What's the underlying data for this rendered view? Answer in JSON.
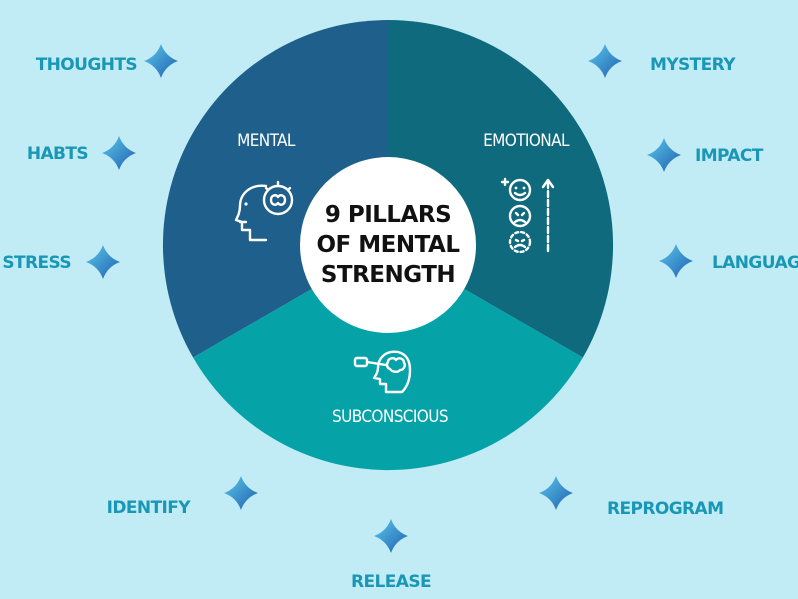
{
  "center": {
    "line1": "9 PILLARS",
    "line2": "OF MENTAL",
    "line3": "STRENGTH"
  },
  "sectors": {
    "mental": {
      "label": "MENTAL",
      "color": "#1f5f8b",
      "icon": "head-brain-icon"
    },
    "emotional": {
      "label": "EMOTIONAL",
      "color": "#0f6a7e",
      "icon": "mood-scale-icon"
    },
    "subconscious": {
      "label": "SUBCONSCIOUS",
      "color": "#05a3a8",
      "icon": "head-key-icon"
    }
  },
  "pillars": {
    "thoughts": "THOUGHTS",
    "habits": "HABTS",
    "stress": "STRESS",
    "mystery": "MYSTERY",
    "impact": "IMPACT",
    "language": "LANGUAGE",
    "identify": "IDENTIFY",
    "release": "RELEASE",
    "reprogram": "REPROGRAM"
  },
  "colors": {
    "background": "#c1ecf5",
    "label_text": "#1a97b6",
    "sparkle_light": "#5bc8ea",
    "sparkle_dark": "#1f5fb0"
  }
}
